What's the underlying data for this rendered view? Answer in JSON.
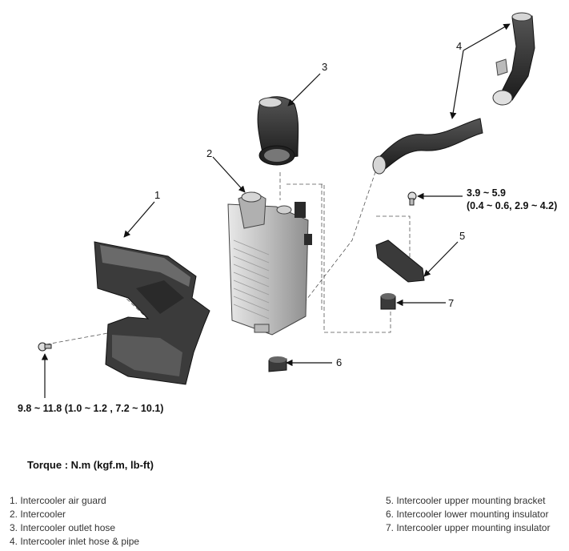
{
  "callouts": [
    "1",
    "2",
    "3",
    "4",
    "5",
    "6",
    "7"
  ],
  "torque_values": {
    "air_guard_bolt": "9.8 ~ 11.8 (1.0 ~ 1.2 , 7.2 ~ 10.1)",
    "bracket_bolt_line1": "3.9 ~ 5.9",
    "bracket_bolt_line2": "(0.4 ~ 0.6, 2.9 ~ 4.2)"
  },
  "torque_note": "Torque : N.m (kgf.m, lb-ft)",
  "legend": {
    "left": [
      "1. Intercooler air guard",
      "2. Intercooler",
      "3. Intercooler outlet hose",
      "4. Intercooler inlet hose & pipe"
    ],
    "right": [
      "5. Intercooler upper mounting bracket",
      "6. Intercooler lower mounting insulator",
      "7. Intercooler upper mounting insulator"
    ]
  },
  "colors": {
    "part_fill_dark": "#3a3a3a",
    "part_fill_light": "#c9c9c9",
    "line": "#111111"
  },
  "icons": [
    "bolt-icon"
  ]
}
